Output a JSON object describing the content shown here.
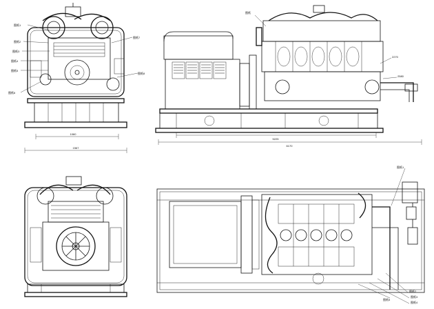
{
  "drawing": {
    "views": {
      "front_end": {
        "callouts": [
          "图纸1",
          "图纸2",
          "图纸3",
          "图纸4",
          "图纸5",
          "图纸6",
          "图纸7",
          "图纸8"
        ],
        "dims": [
          "1060",
          "1567"
        ]
      },
      "side": {
        "callouts": [
          "图纸",
          "2270",
          "2580"
        ],
        "dims": [
          "5225",
          "6170"
        ]
      },
      "rear_end": {
        "callouts": []
      },
      "plan": {
        "callouts": [
          "图纸1",
          "图纸2",
          "图纸3",
          "图纸4",
          "图纸5"
        ]
      }
    }
  }
}
